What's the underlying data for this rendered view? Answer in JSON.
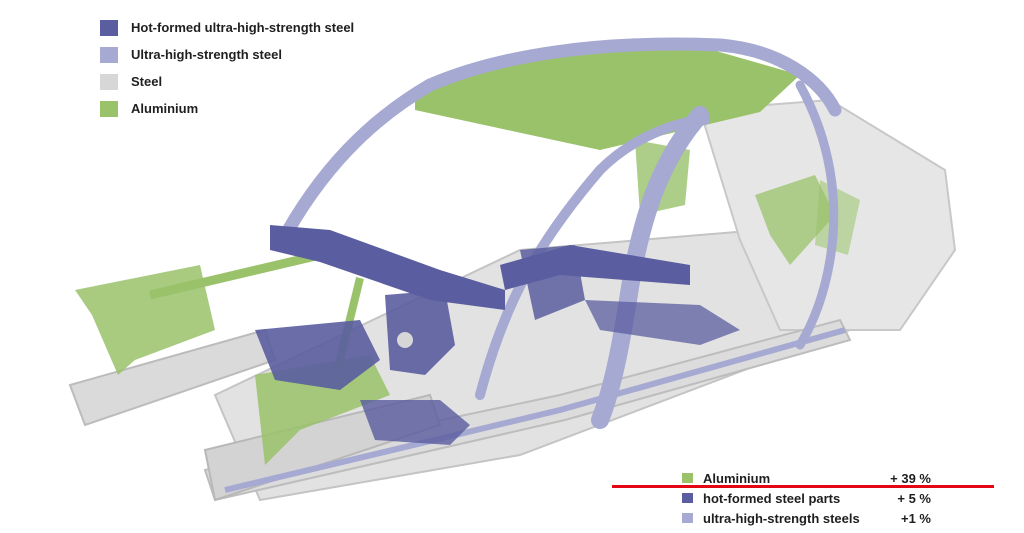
{
  "colors": {
    "hot_formed": "#5a5d9f",
    "ultra_high": "#a6a9d1",
    "steel": "#d7d7d7",
    "aluminium": "#99c26a",
    "highlight_rule": "#e30613"
  },
  "legend": {
    "items": [
      {
        "label": "Hot-formed ultra-high-strength steel",
        "color": "#5a5d9f"
      },
      {
        "label": "Ultra-high-strength steel",
        "color": "#a6a9d1"
      },
      {
        "label": "Steel",
        "color": "#d7d7d7"
      },
      {
        "label": "Aluminium",
        "color": "#99c26a"
      }
    ]
  },
  "stats": {
    "rows": [
      {
        "label": "Aluminium",
        "value": "+ 39 %",
        "color": "#99c26a"
      },
      {
        "label": "hot-formed steel parts",
        "value": "+ 5 %",
        "color": "#5a5d9f"
      },
      {
        "label": "ultra-high-strength steels",
        "value": "+1 %",
        "color": "#a6a9d1"
      }
    ]
  }
}
